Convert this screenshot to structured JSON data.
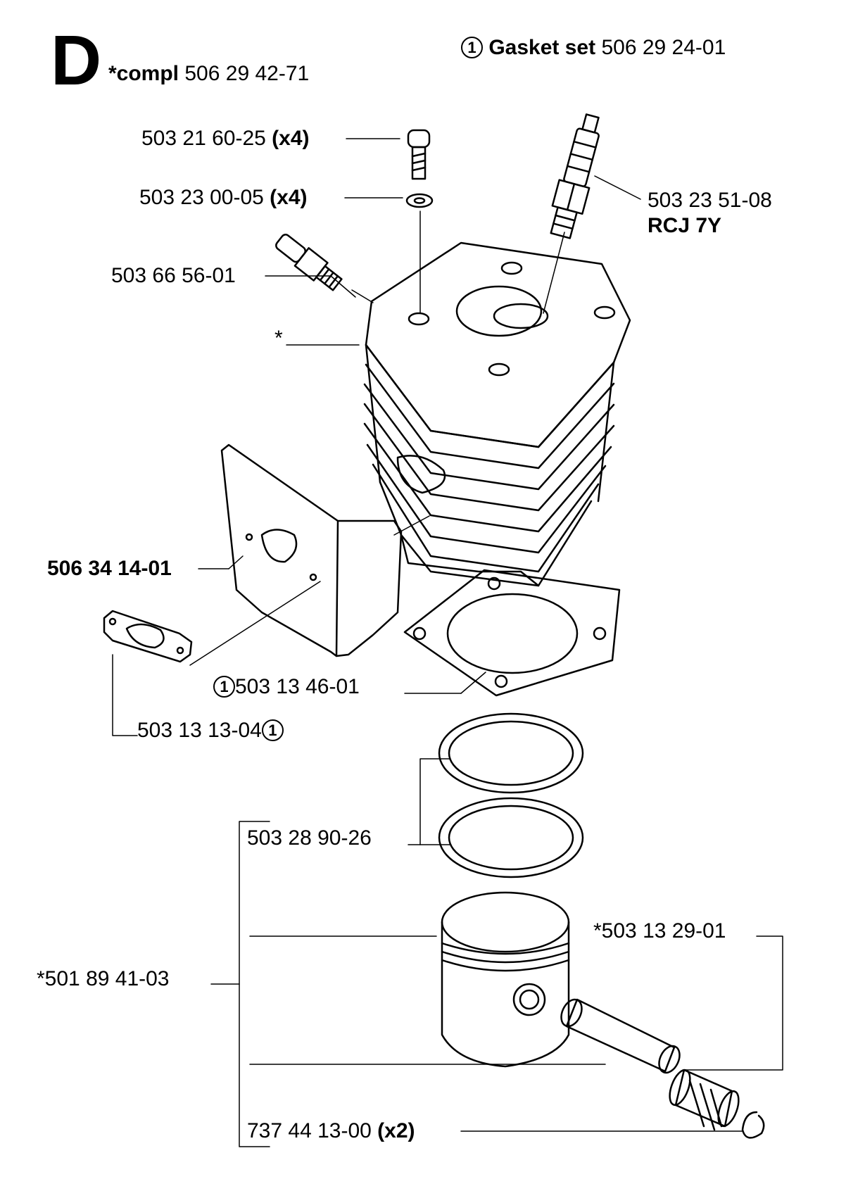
{
  "section": {
    "letter": "D",
    "compl_label": "*compl",
    "compl_number": "506 29 42-71",
    "gasket_set_marker": "1",
    "gasket_set_label": "Gasket set",
    "gasket_set_number": "506 29 24-01"
  },
  "parts": {
    "screw": {
      "number": "503 21 60-25",
      "qty": "(x4)"
    },
    "washer": {
      "number": "503 23 00-05",
      "qty": "(x4)"
    },
    "spark_plug": {
      "number": "503 23 51-08",
      "type": "RCJ 7Y"
    },
    "valve": {
      "number": "503 66 56-01"
    },
    "cylinder": {
      "marker": "*"
    },
    "heat_shield": {
      "number": "506 34 14-01"
    },
    "base_gasket": {
      "marker": "1",
      "number": "503 13 46-01"
    },
    "intake_gasket": {
      "number": "503 13 13-04",
      "marker": "1"
    },
    "piston_rings": {
      "number": "503 28 90-26"
    },
    "needle_bearing": {
      "number": "*503 13 29-01"
    },
    "piston": {
      "number": "*501 89 41-03"
    },
    "circlip": {
      "number": "737 44 13-00",
      "qty": "(x2)"
    }
  }
}
